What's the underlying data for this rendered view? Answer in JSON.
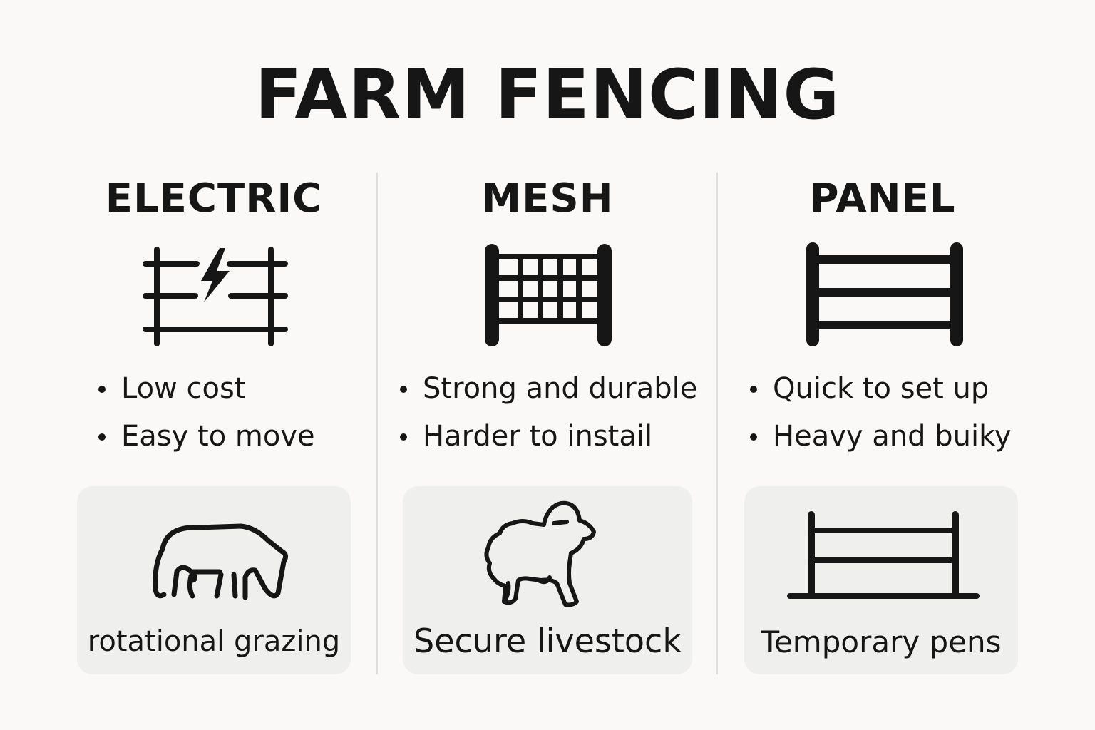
{
  "title": "FARM FENCING",
  "columns": [
    {
      "heading": "ELECTRIC",
      "icon": "electric-fence-icon",
      "bullets": [
        "Low cost",
        "Easy to move"
      ],
      "card": {
        "icon": "cow-grazing-icon",
        "label": "rotational grazing"
      }
    },
    {
      "heading": "MESH",
      "icon": "mesh-fence-icon",
      "bullets": [
        "Strong and durable",
        "Harder to instail"
      ],
      "card": {
        "icon": "sheep-icon",
        "label": "Secure livestock"
      }
    },
    {
      "heading": "PANEL",
      "icon": "panel-fence-icon",
      "bullets": [
        "Quick to set up",
        "Heavy and buiky"
      ],
      "card": {
        "icon": "pen-fence-icon",
        "label": "Temporary pens"
      }
    }
  ],
  "colors": {
    "background": "#faf9f7",
    "ink": "#161616",
    "card": "#efefee",
    "divider": "#dedede"
  }
}
